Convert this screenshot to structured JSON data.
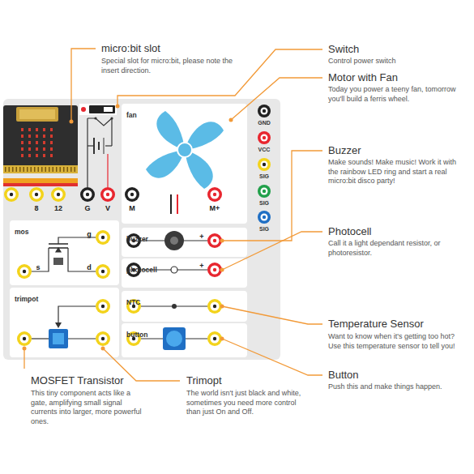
{
  "diagram": {
    "nodes": [
      {
        "text": [
          "fan"
        ]
      },
      {
        "text": [
          "mos"
        ]
      },
      {
        "text": [
          "buzzer"
        ]
      },
      {
        "text": [
          "photocell"
        ]
      },
      {
        "text": [
          "trimpot"
        ]
      },
      {
        "text": [
          "NTC"
        ]
      },
      {
        "text": [
          "button"
        ]
      }
    ],
    "labels": [
      "micro:bit slot",
      "Special slot for micro:bit, please note the insert direction.",
      "Switch",
      "Control power switch",
      "Motor with Fan",
      "Today you power a teeny fan, tomorrow you'll build a ferris wheel.",
      "Buzzer",
      "Make sounds! Make music! Work it with the rainbow LED ring and start a real micro:bit disco party!",
      "Photocell",
      "Call it a light dependant resistor, or photoresistor.",
      "Temperature Sensor",
      "Want to know when it's getting too hot? Use this temperature sensor to tell you!",
      "Button",
      "Push this and make things happen.",
      "MOSFET Transistor",
      "This tiny component acts like a gate, amplifying small signal currents into larger, more powerful ones.",
      "Trimopt",
      "The world isn't just black and white, sometimes you need more control than just On and Off.",
      "GND",
      "VCC",
      "SIG",
      "SIG",
      "SIG",
      "G",
      "V",
      "M",
      "M+",
      "+",
      "+",
      "g",
      "s",
      "d",
      "8",
      "12"
    ]
  }
}
